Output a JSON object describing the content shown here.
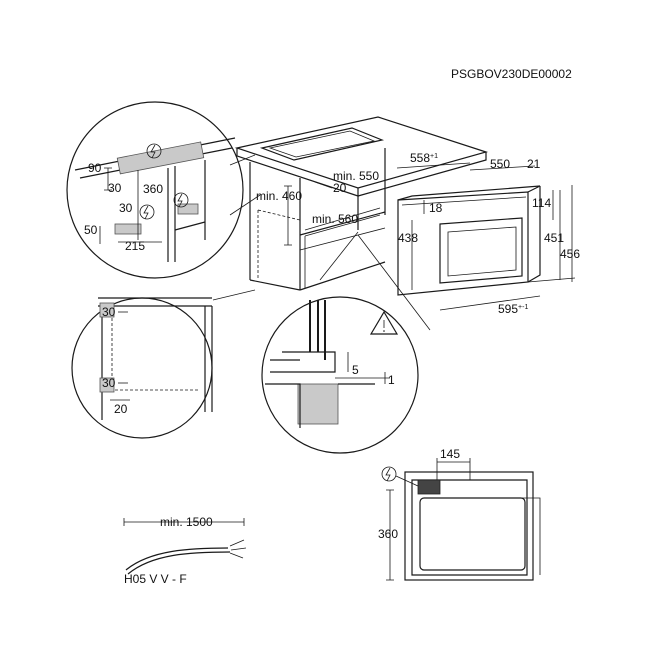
{
  "code": "PSGBOV230DE00002",
  "dims": {
    "d90": "90",
    "d360a": "360",
    "d30a": "30",
    "d30b": "30",
    "d50": "50",
    "d215": "215",
    "min460": "min. 460",
    "min550": "min. 550",
    "d20a": "20",
    "min560": "min. 560",
    "d558": "558",
    "d558sup": "+1",
    "d550": "550",
    "d21": "21",
    "d18": "18",
    "d114": "114",
    "d438": "438",
    "d451": "451",
    "d456": "456",
    "d595": "595",
    "d595sup": "+-1",
    "d30c": "30",
    "d30d": "30",
    "d20b": "20",
    "d5": "5",
    "d1": "1",
    "d145": "145",
    "d360b": "360",
    "min1500": "min. 1500",
    "cable": "H05 V V - F"
  },
  "icons": {
    "electric": "lightning-circle-icon",
    "warning": "warning-triangle-icon"
  }
}
